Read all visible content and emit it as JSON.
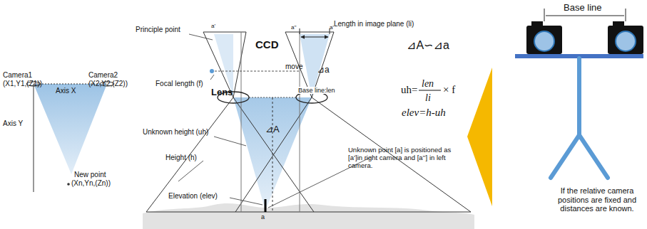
{
  "diagram": {
    "labels": [
      "Camera1",
      "(X1,Y1,(Z1))",
      "Camera2",
      "(X2,Y2,(Z2))",
      "Axis X",
      "Axis Y",
      "New point",
      "(Xn,Yn,(Zn))",
      "Principle point",
      "Length in image plane (li)",
      "CCD",
      "a'",
      "a''",
      "a'",
      "Focal length (f)",
      "move",
      "Lens",
      "Base line:len",
      "⊿a",
      "⊿A∽⊿a",
      "uh=",
      "len",
      "li",
      "× f",
      "elev=h-uh",
      "Unknown height (uh)",
      "⊿A",
      "Height (h)",
      "Unknown point [a] is positioned as [a’]in right camera and [a’’] in left camera.",
      "Elevation (elev)",
      "a",
      "Base line",
      "If the relative camera positions are fixed and distances are known."
    ]
  }
}
